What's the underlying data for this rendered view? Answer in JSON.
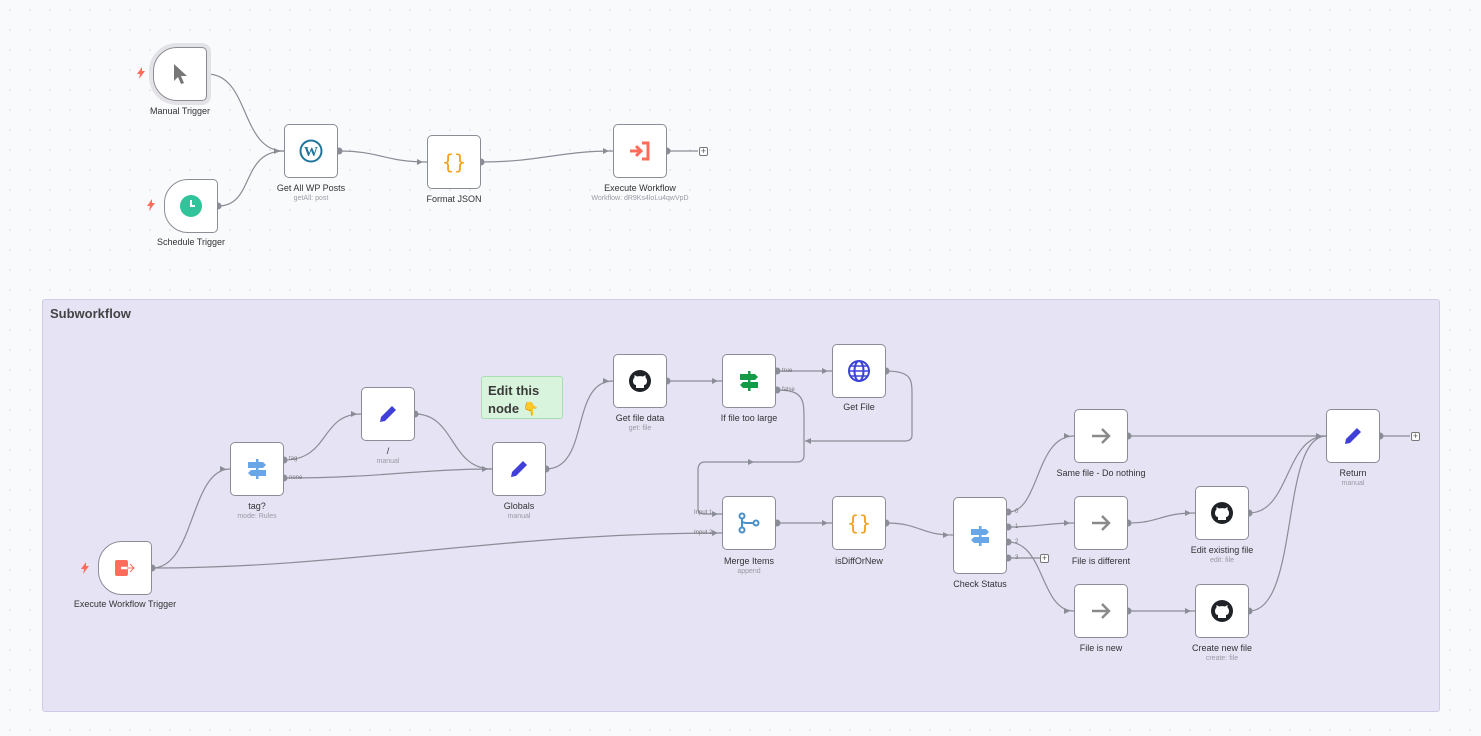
{
  "groups": {
    "subworkflow": {
      "title": "Subworkflow"
    }
  },
  "note": {
    "line1": "Edit this",
    "line2": "node",
    "emoji": "👇"
  },
  "colors": {
    "canvas_bg": "#f9fafc",
    "group_bg": "#e6e3f5",
    "note_bg": "#d9f4dd",
    "edge": "#8b8d96",
    "trigger_bolt": "#ff6d5a",
    "code_icon": "#f4a020",
    "edit_icon": "#4040d8",
    "if_icon": "#149b48",
    "switch_icon": "#69a6e8",
    "globe_icon": "#3b44d6",
    "workflow_icon": "#ff6d5a",
    "schedule_icon": "#31c49b"
  },
  "nodes": {
    "manual_trigger": {
      "label": "Manual Trigger",
      "icon": "pointer-icon"
    },
    "schedule_trigger": {
      "label": "Schedule Trigger",
      "icon": "clock-icon"
    },
    "get_all_wp_posts": {
      "label": "Get All WP Posts",
      "sub": "getAll: post",
      "icon": "wordpress-icon"
    },
    "format_json": {
      "label": "Format JSON",
      "icon": "code-braces-icon"
    },
    "execute_workflow": {
      "label": "Execute Workflow",
      "sub": "Workflow: dR9Ks4loLu4qwVpD",
      "icon": "sign-in-icon"
    },
    "execute_workflow_trigger": {
      "label": "Execute Workflow Trigger",
      "icon": "sign-out-icon"
    },
    "tag": {
      "label": "tag?",
      "sub": "mode: Rules",
      "icon": "signpost-icon",
      "outputs": [
        "tag",
        "none"
      ]
    },
    "slash": {
      "label": "/",
      "sub": "manual",
      "icon": "pencil-icon"
    },
    "globals": {
      "label": "Globals",
      "sub": "manual",
      "icon": "pencil-icon"
    },
    "get_file_data": {
      "label": "Get file data",
      "sub": "get: file",
      "icon": "github-icon"
    },
    "if_file_too_large": {
      "label": "If file too large",
      "icon": "signpost-icon",
      "outputs": [
        "true",
        "false"
      ]
    },
    "get_file": {
      "label": "Get File",
      "icon": "globe-icon"
    },
    "merge_items": {
      "label": "Merge Items",
      "sub": "append",
      "icon": "merge-icon",
      "inputs": [
        "Input 1",
        "Input 2"
      ]
    },
    "is_diff_or_new": {
      "label": "isDiffOrNew",
      "icon": "code-braces-icon"
    },
    "check_status": {
      "label": "Check Status",
      "icon": "signpost-icon",
      "outputs": [
        "0",
        "1",
        "2",
        "3"
      ]
    },
    "same_file": {
      "label": "Same file - Do nothing",
      "icon": "arrow-right-icon"
    },
    "file_is_different": {
      "label": "File is different",
      "icon": "arrow-right-icon"
    },
    "file_is_new": {
      "label": "File is new",
      "icon": "arrow-right-icon"
    },
    "edit_existing_file": {
      "label": "Edit existing file",
      "sub": "edit: file",
      "icon": "github-icon"
    },
    "create_new_file": {
      "label": "Create new file",
      "sub": "create: file",
      "icon": "github-icon"
    },
    "return": {
      "label": "Return",
      "sub": "manual",
      "icon": "pencil-icon"
    }
  },
  "add_button": "+"
}
